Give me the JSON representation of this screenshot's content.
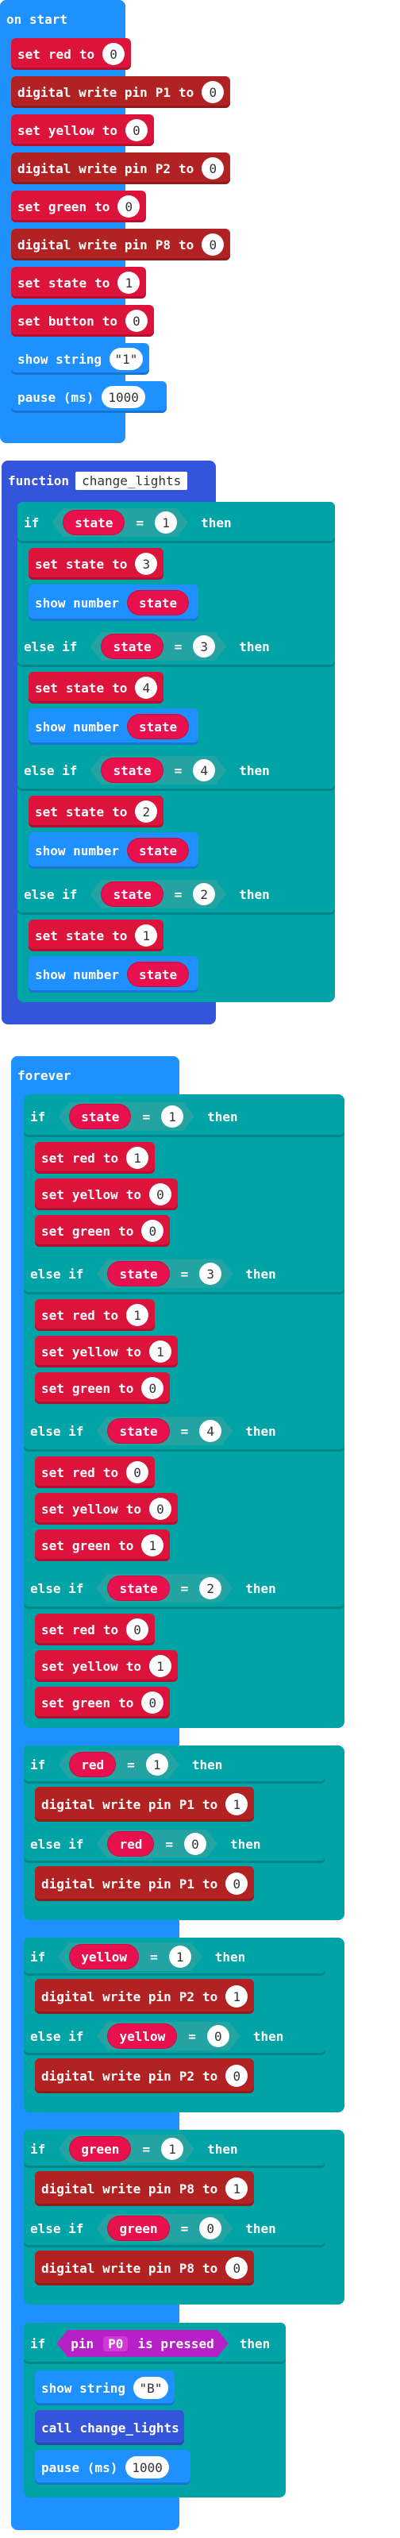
{
  "colors": {
    "events": "#1e90ff",
    "functions": "#3455db",
    "logic": "#00a4a6",
    "variables": "#dc143c",
    "pins": "#b22222",
    "basic": "#1e90ff",
    "input": "#b521c6"
  },
  "labels": {
    "set": "set",
    "to": "to",
    "if": "if",
    "else_if": "else if",
    "then": "then",
    "eq": "=",
    "digital_write_pin": "digital write pin",
    "show_string": "show string",
    "show_number": "show number",
    "pause": "pause (ms)",
    "function": "function",
    "call": "call",
    "is_pressed": "is pressed",
    "on_start": "on start",
    "forever": "forever"
  },
  "on_start": {
    "title": "on start",
    "blocks": [
      {
        "kind": "set",
        "var": "red",
        "value": "0"
      },
      {
        "kind": "dw",
        "pin": "P1",
        "value": "0"
      },
      {
        "kind": "set",
        "var": "yellow",
        "value": "0"
      },
      {
        "kind": "dw",
        "pin": "P2",
        "value": "0"
      },
      {
        "kind": "set",
        "var": "green",
        "value": "0"
      },
      {
        "kind": "dw",
        "pin": "P8",
        "value": "0"
      },
      {
        "kind": "set",
        "var": "state",
        "value": "1"
      },
      {
        "kind": "set",
        "var": "button",
        "value": "0"
      },
      {
        "kind": "showstr",
        "value": "\"1\""
      },
      {
        "kind": "pause",
        "value": "1000"
      }
    ]
  },
  "function_block": {
    "title": "function",
    "name": "change_lights",
    "branches": [
      {
        "keyword": "if",
        "var": "state",
        "cmp": "1",
        "set_value": "3",
        "show_var": "state"
      },
      {
        "keyword": "else if",
        "var": "state",
        "cmp": "3",
        "set_value": "4",
        "show_var": "state"
      },
      {
        "keyword": "else if",
        "var": "state",
        "cmp": "4",
        "set_value": "2",
        "show_var": "state"
      },
      {
        "keyword": "else if",
        "var": "state",
        "cmp": "2",
        "set_value": "1",
        "show_var": "state"
      }
    ]
  },
  "forever": {
    "title": "forever",
    "state_branches": [
      {
        "keyword": "if",
        "var": "state",
        "cmp": "1",
        "sets": [
          {
            "var": "red",
            "value": "1"
          },
          {
            "var": "yellow",
            "value": "0"
          },
          {
            "var": "green",
            "value": "0"
          }
        ]
      },
      {
        "keyword": "else if",
        "var": "state",
        "cmp": "3",
        "sets": [
          {
            "var": "red",
            "value": "1"
          },
          {
            "var": "yellow",
            "value": "1"
          },
          {
            "var": "green",
            "value": "0"
          }
        ]
      },
      {
        "keyword": "else if",
        "var": "state",
        "cmp": "4",
        "sets": [
          {
            "var": "red",
            "value": "0"
          },
          {
            "var": "yellow",
            "value": "0"
          },
          {
            "var": "green",
            "value": "1"
          }
        ]
      },
      {
        "keyword": "else if",
        "var": "state",
        "cmp": "2",
        "sets": [
          {
            "var": "red",
            "value": "0"
          },
          {
            "var": "yellow",
            "value": "1"
          },
          {
            "var": "green",
            "value": "0"
          }
        ]
      }
    ],
    "pin_groups": [
      {
        "var": "red",
        "pin": "P1"
      },
      {
        "var": "yellow",
        "pin": "P2"
      },
      {
        "var": "green",
        "pin": "P8"
      }
    ],
    "button_if": {
      "pin": "P0",
      "show_string": "\"B\"",
      "call_name": "change_lights",
      "pause": "1000"
    }
  }
}
